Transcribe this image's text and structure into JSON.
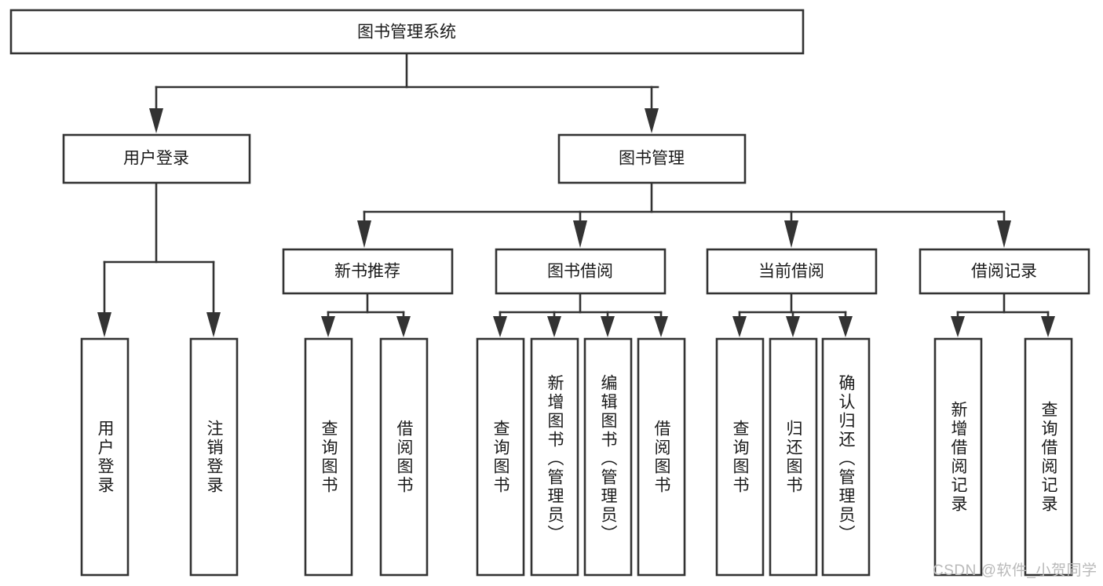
{
  "diagram": {
    "type": "tree",
    "title": "图书管理系统",
    "root": {
      "label": "图书管理系统"
    },
    "level2": [
      {
        "label": "用户登录"
      },
      {
        "label": "图书管理"
      }
    ],
    "level3": [
      {
        "label": "新书推荐"
      },
      {
        "label": "图书借阅"
      },
      {
        "label": "当前借阅"
      },
      {
        "label": "借阅记录"
      }
    ],
    "leaves": {
      "user_login": [
        {
          "label": "用户登录"
        },
        {
          "label": "注销登录"
        }
      ],
      "new_book_recommend": [
        {
          "label": "查询图书"
        },
        {
          "label": "借阅图书"
        }
      ],
      "book_borrow": [
        {
          "label": "查询图书"
        },
        {
          "label": "新增图书（管理员）"
        },
        {
          "label": "编辑图书（管理员）"
        },
        {
          "label": "借阅图书"
        }
      ],
      "current_borrow": [
        {
          "label": "查询图书"
        },
        {
          "label": "归还图书"
        },
        {
          "label": "确认归还（管理员）"
        }
      ],
      "borrow_record": [
        {
          "label": "新增借阅记录"
        },
        {
          "label": "查询借阅记录"
        }
      ]
    },
    "colors": {
      "box_fill": "#ffffff",
      "box_stroke": "#333333",
      "text": "#1a1a1a",
      "watermark": "#b9b9b9"
    }
  },
  "watermark": {
    "text": "CSDN @软件_小贺同学"
  }
}
